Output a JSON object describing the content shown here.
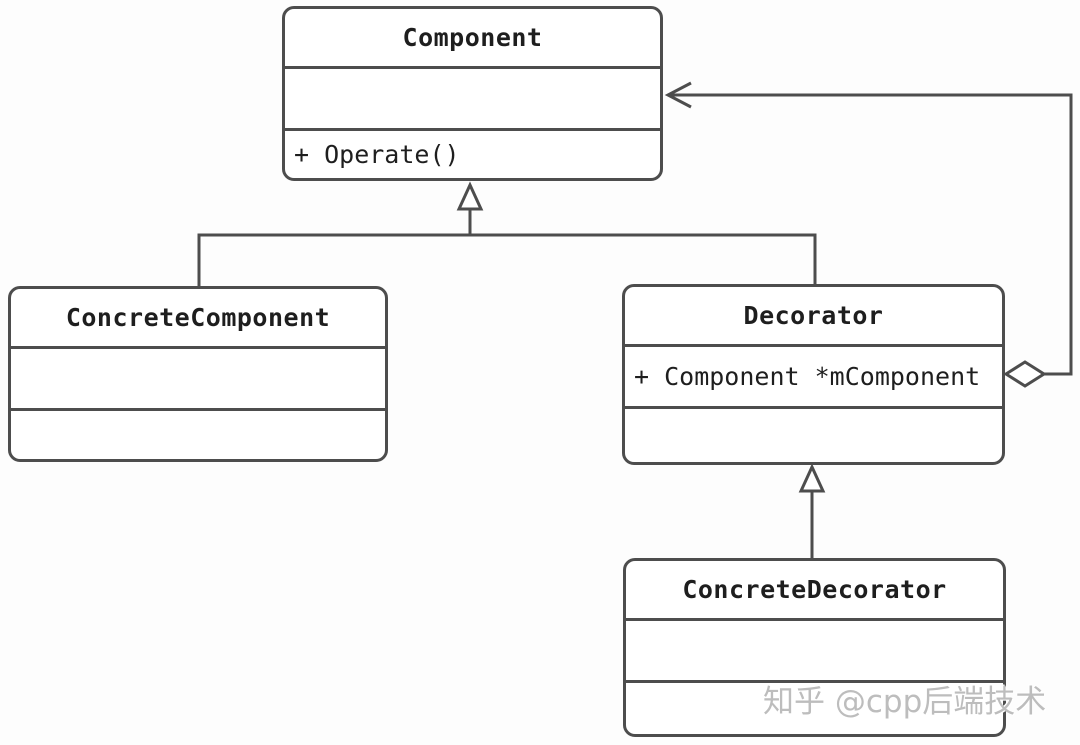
{
  "diagram": {
    "pattern": "Decorator pattern UML class diagram"
  },
  "classes": {
    "component": {
      "name": "Component",
      "attributes": "",
      "methods": "+ Operate()"
    },
    "concrete_component": {
      "name": "ConcreteComponent",
      "attributes": "",
      "methods": ""
    },
    "decorator": {
      "name": "Decorator",
      "attributes": "+ Component *mComponent",
      "methods": ""
    },
    "concrete_decorator": {
      "name": "ConcreteDecorator",
      "attributes": "",
      "methods": ""
    }
  },
  "relations": [
    {
      "type": "inheritance",
      "from": "ConcreteComponent",
      "to": "Component"
    },
    {
      "type": "inheritance",
      "from": "Decorator",
      "to": "Component"
    },
    {
      "type": "inheritance",
      "from": "ConcreteDecorator",
      "to": "Decorator"
    },
    {
      "type": "aggregation",
      "from": "Decorator",
      "to": "Component"
    }
  ],
  "watermark": {
    "text": "知乎 @cpp后端技术"
  },
  "colors": {
    "line": "#4d4d4d",
    "text": "#1e1e1e",
    "background": "#fdfdfd",
    "watermark": "#bdbdbd"
  }
}
